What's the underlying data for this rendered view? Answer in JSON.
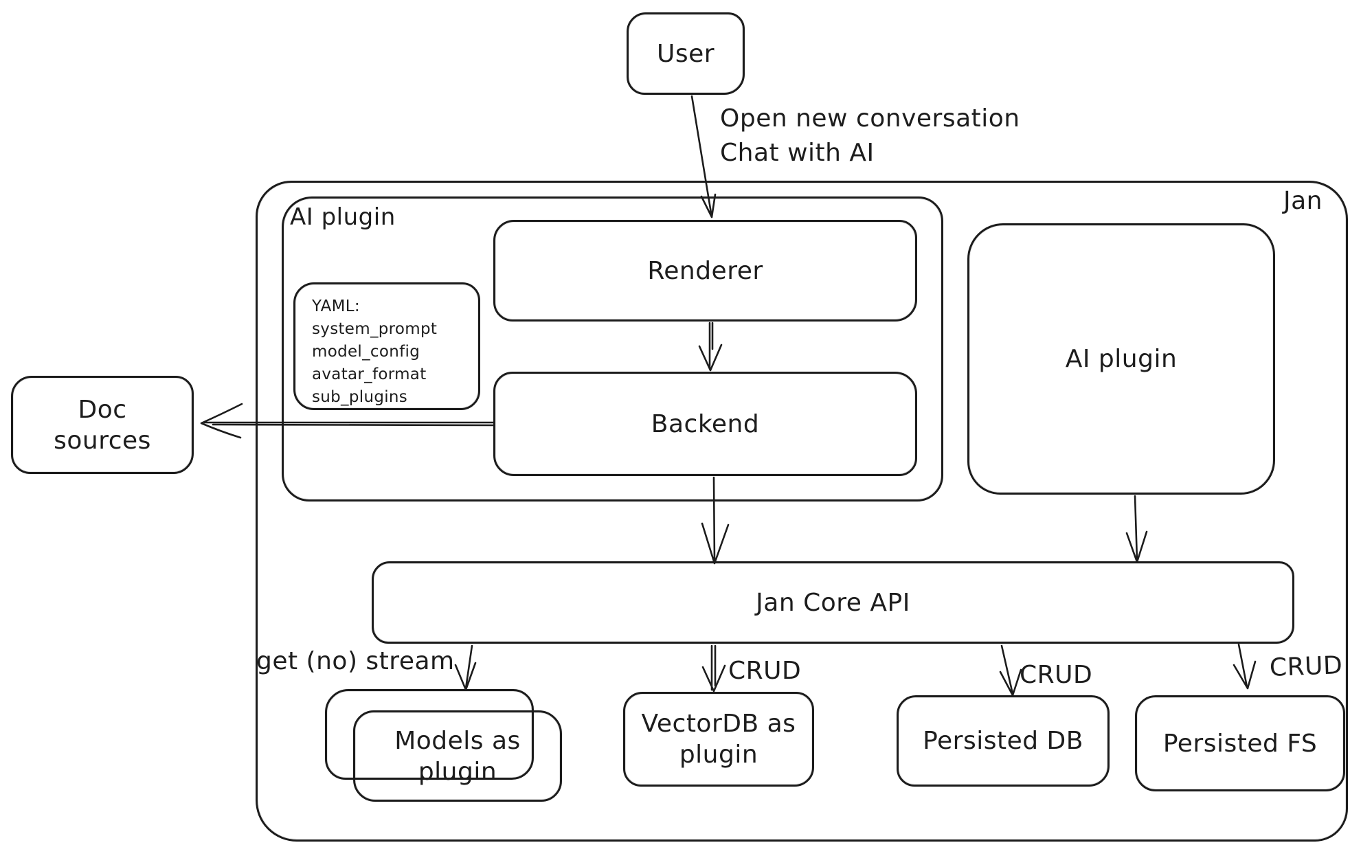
{
  "diagram": {
    "nodes": {
      "user": "User",
      "jan": "Jan",
      "ai_plugin_container": "AI plugin",
      "renderer": "Renderer",
      "backend": "Backend",
      "yaml_note": {
        "lines": [
          "YAML:",
          "system_prompt",
          "model_config",
          "avatar_format",
          "sub_plugins"
        ]
      },
      "doc_sources": "Doc sources",
      "ai_plugin_right": "AI plugin",
      "jan_core_api": "Jan Core API",
      "models_as_plugin": "Models as plugin",
      "vectordb_as_plugin": "VectorDB as plugin",
      "persisted_db": "Persisted DB",
      "persisted_fs": "Persisted FS"
    },
    "edge_labels": {
      "user_to_renderer_line1": "Open new conversation",
      "user_to_renderer_line2": "Chat with AI",
      "api_to_models": "get (no) stream",
      "api_to_vectordb": "CRUD",
      "api_to_persisted_db": "CRUD",
      "api_to_persisted_fs": "CRUD"
    },
    "colors": {
      "stroke": "#1c1c1c",
      "background": "#ffffff"
    }
  }
}
